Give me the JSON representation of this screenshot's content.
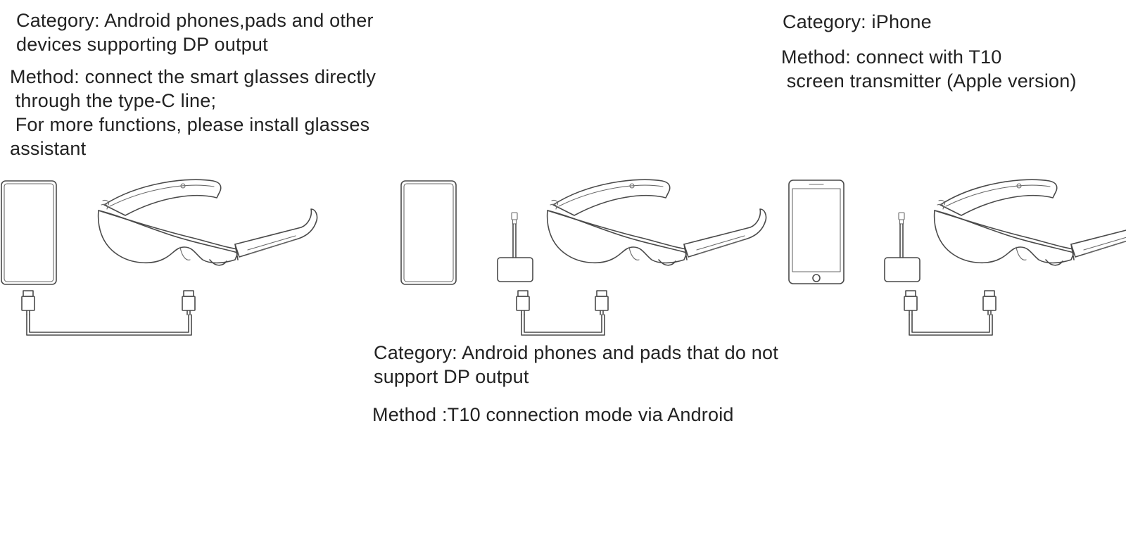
{
  "panels": {
    "direct": {
      "category": "Category: Android phones,pads and other\ndevices supporting DP output",
      "method": "Method: connect the smart glasses directly\n through the type-C line;\n For more functions, please install glasses\nassistant",
      "phone_icon": "android-phone-icon",
      "glasses_icon": "smart-glasses-icon",
      "cable_icon": "type-c-cable-icon"
    },
    "android_t10": {
      "category": "Category: Android phones and pads that do not\nsupport DP output",
      "method": "Method :T10 connection mode via Android",
      "phone_icon": "android-phone-icon",
      "adapter_icon": "t10-screen-transmitter-icon",
      "glasses_icon": "smart-glasses-icon",
      "cable_icon": "type-c-cable-icon"
    },
    "iphone": {
      "category": "Category: iPhone",
      "method": "Method: connect with T10\n screen transmitter (Apple version)",
      "phone_icon": "iphone-icon",
      "adapter_icon": "t10-screen-transmitter-apple-icon",
      "glasses_icon": "smart-glasses-icon",
      "cable_icon": "type-c-cable-icon"
    }
  }
}
